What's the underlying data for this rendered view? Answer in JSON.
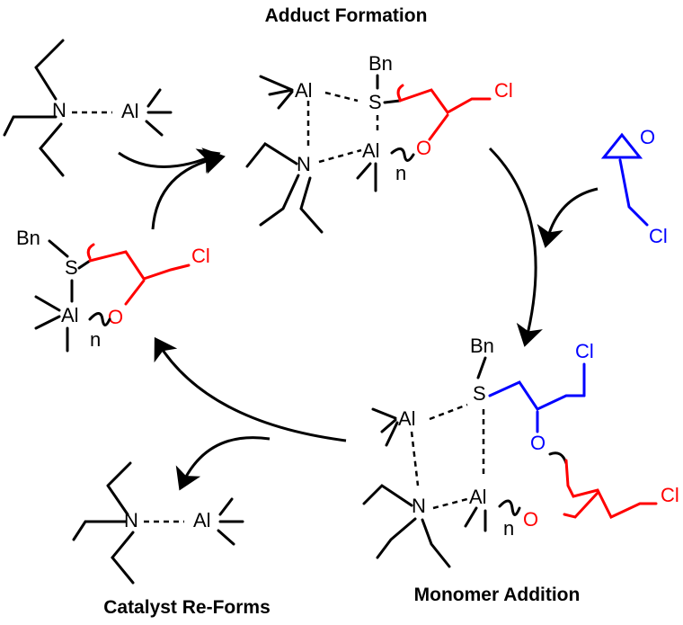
{
  "labels": {
    "adduct_formation": "Adduct Formation",
    "monomer_addition": "Monomer Addition",
    "catalyst_reforms": "Catalyst Re-Forms"
  },
  "atoms": {
    "N": "N",
    "Al": "Al",
    "S": "S",
    "O": "O",
    "Cl": "Cl",
    "Bn": "Bn",
    "n": "n"
  },
  "colors": {
    "polymer_chain": "#ff0000",
    "monomer": "#0000ff",
    "bonds": "#000000"
  }
}
